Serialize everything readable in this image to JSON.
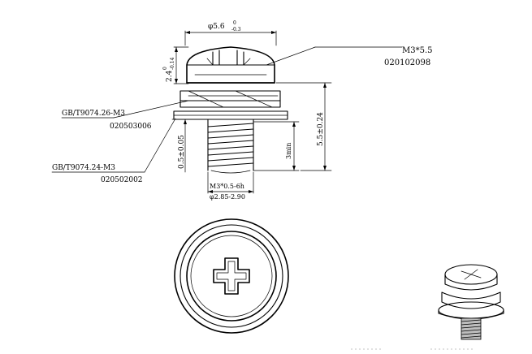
{
  "labels": {
    "head_dia": "φ5.6",
    "head_dia_tol_upper": "0",
    "head_dia_tol_lower": "-0.3",
    "head_height": "2.4",
    "head_height_tol_upper": "0",
    "head_height_tol_lower": "-0.14",
    "screw_spec": "M3*5.5",
    "screw_code": "020102098",
    "spring_washer_spec": "GB/T9074.26-M3",
    "spring_washer_code": "020503006",
    "flat_washer_spec": "GB/T9074.24-M3",
    "flat_washer_code": "020502002",
    "washer_thickness": "0.5±0.05",
    "thread_min": "3min",
    "total_length": "5.5±0.24",
    "thread_spec": "M3*0.5-6h",
    "pitch_dia": "φ2.85-2.90"
  }
}
